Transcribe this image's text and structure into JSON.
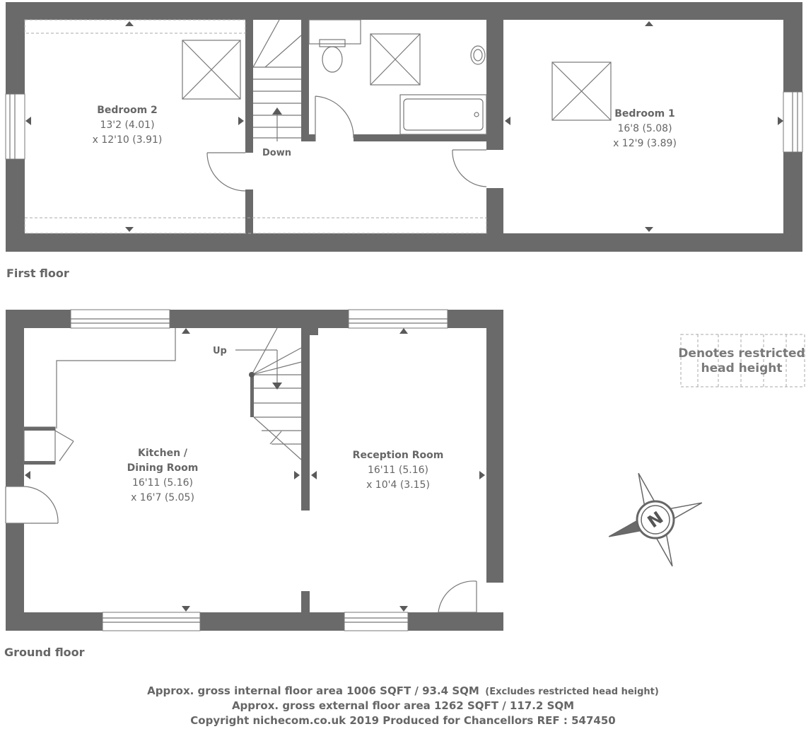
{
  "first_floor": {
    "label": "First floor",
    "bedroom2": {
      "name": "Bedroom 2",
      "dim1": "13'2 (4.01)",
      "dim2": "x 12'10 (3.91)"
    },
    "bedroom1": {
      "name": "Bedroom 1",
      "dim1": "16'8 (5.08)",
      "dim2": "x 12'9 (3.89)"
    },
    "stairs_label": "Down"
  },
  "ground_floor": {
    "label": "Ground floor",
    "kitchen": {
      "name1": "Kitchen /",
      "name2": "Dining Room",
      "dim1": "16'11 (5.16)",
      "dim2": "x 16'7 (5.05)"
    },
    "reception": {
      "name": "Reception Room",
      "dim1": "16'11 (5.16)",
      "dim2": "x 10'4 (3.15)"
    },
    "stairs_label": "Up"
  },
  "legend": {
    "line1": "Denotes restricted",
    "line2": "head height"
  },
  "compass": {
    "letter": "N"
  },
  "footer": {
    "line1": "Approx. gross internal floor area 1006 SQFT / 93.4 SQM",
    "line1_note": "(Excludes restricted head height)",
    "line2": "Approx. gross external floor area 1262 SQFT / 117.2 SQM",
    "line3": "Copyright nichecom.co.uk 2019 Produced for Chancellors REF : 547450"
  },
  "colors": {
    "wall": "#6a6a6a",
    "text": "#666666"
  }
}
